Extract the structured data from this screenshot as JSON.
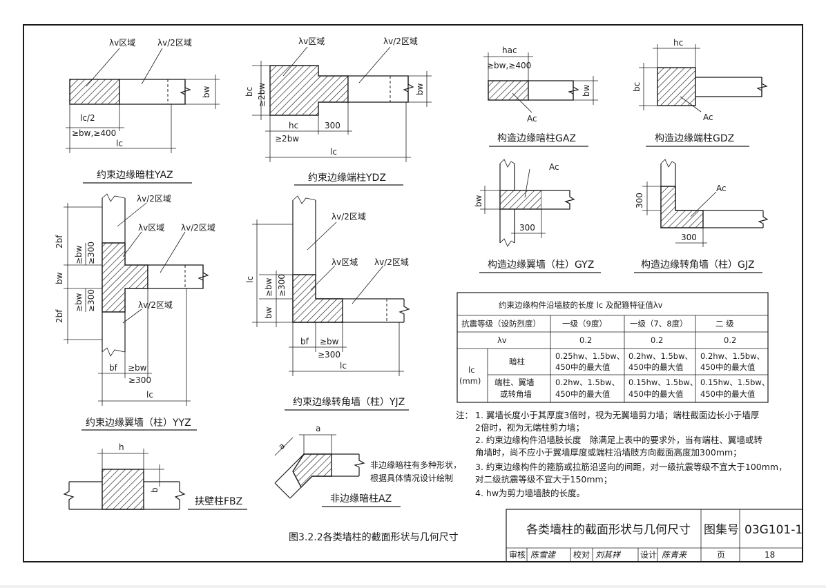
{
  "zones": {
    "lv": "λv区域",
    "lv_half": "λv/2区域",
    "lv_half_short": "λv/2区域",
    "ac": "Ac"
  },
  "dims": {
    "bw": "bw",
    "bf": "bf",
    "bc": "bc",
    "hc": "hc",
    "lc": "lc",
    "h": "h",
    "b": "b",
    "a": "a",
    "d300": "300",
    "lc_half": "lc/2",
    "ge_bw_400": "≥bw,≥400",
    "ge_2bw": "≥2bw",
    "ge_bw": "≥bw",
    "ge_300": "≥300",
    "two_bf": "2bf",
    "hac": "hac"
  },
  "captions": {
    "yaz": "约束边缘暗柱YAZ",
    "ydz": "约束边缘端柱YDZ",
    "yyz": "约束边缘翼墙（柱）YYZ",
    "yjz": "约束边缘转角墙（柱）YJZ",
    "gaz": "构造边缘暗柱GAZ",
    "gdz": "构造边缘端柱GDZ",
    "gyz": "构造边缘翼墙（柱）GYZ",
    "gjz": "构造边缘转角墙（柱）GJZ",
    "fbz": "扶壁柱FBZ",
    "az": "非边缘暗柱AZ",
    "az_note1": "非边缘暗柱有多种形状，",
    "az_note2": "根据具体情况设计绘制",
    "figure": "图3.2.2各类墙柱的截面形状与几何尺寸"
  },
  "table": {
    "title": "约束边缘构件沿墙肢的长度 lc 及配箍特征值λv",
    "header": [
      "抗震等级（设防烈度）",
      "一级（9度）",
      "一级（7、8度）",
      "二  级"
    ],
    "lv_row": {
      "label": "λv",
      "values": [
        "0.2",
        "0.2",
        "0.2"
      ]
    },
    "lc_label": "lc",
    "lc_unit": "(mm)",
    "rows": [
      {
        "name": "暗柱",
        "cells": [
          [
            "0.25hw、1.5bw、",
            "450中的最大值"
          ],
          [
            "0.2hw、1.5bw、",
            "450中的最大值"
          ],
          [
            "0.2hw、1.5bw、",
            "450中的最大值"
          ]
        ]
      },
      {
        "name1": "端柱、翼墙",
        "name2": "或转角墙",
        "cells": [
          [
            "0.2hw、1.5bw、",
            "450中的最大值"
          ],
          [
            "0.15hw、1.5bw、",
            "450中的最大值"
          ],
          [
            "0.15hw、1.5bw、",
            "450中的最大值"
          ]
        ]
      }
    ]
  },
  "notes": {
    "prefix": "注：",
    "lines": [
      "1. 翼墙长度小于其厚度3倍时，视为无翼墙剪力墙；端柱截面边长小于墙厚",
      "    2倍时，视为无端柱剪力墙；",
      "2. 约束边缘构件沿墙肢长度　除满足上表中的要求外，当有端柱、翼墙或转",
      "    角墙时，尚不应小于翼墙厚度或端柱沿墙肢方向截面高度加300mm；",
      "3. 约束边缘构件的箍筋或拉筋沿竖向的间距，对一级抗震等级不宜大于100mm，",
      "    对二级抗震等级不宜大于150mm；",
      "4. hw为剪力墙墙肢的长度。"
    ]
  },
  "title_block": {
    "title": "各类墙柱的截面形状与几何尺寸",
    "atlas_label": "图集号",
    "atlas_no": "03G101-1",
    "review": "审核",
    "review_sig": "陈雪建",
    "check": "校对",
    "check_sig": "刘其祥",
    "design": "设计",
    "design_sig": "陈青来",
    "page_label": "页",
    "page_no": "18"
  }
}
